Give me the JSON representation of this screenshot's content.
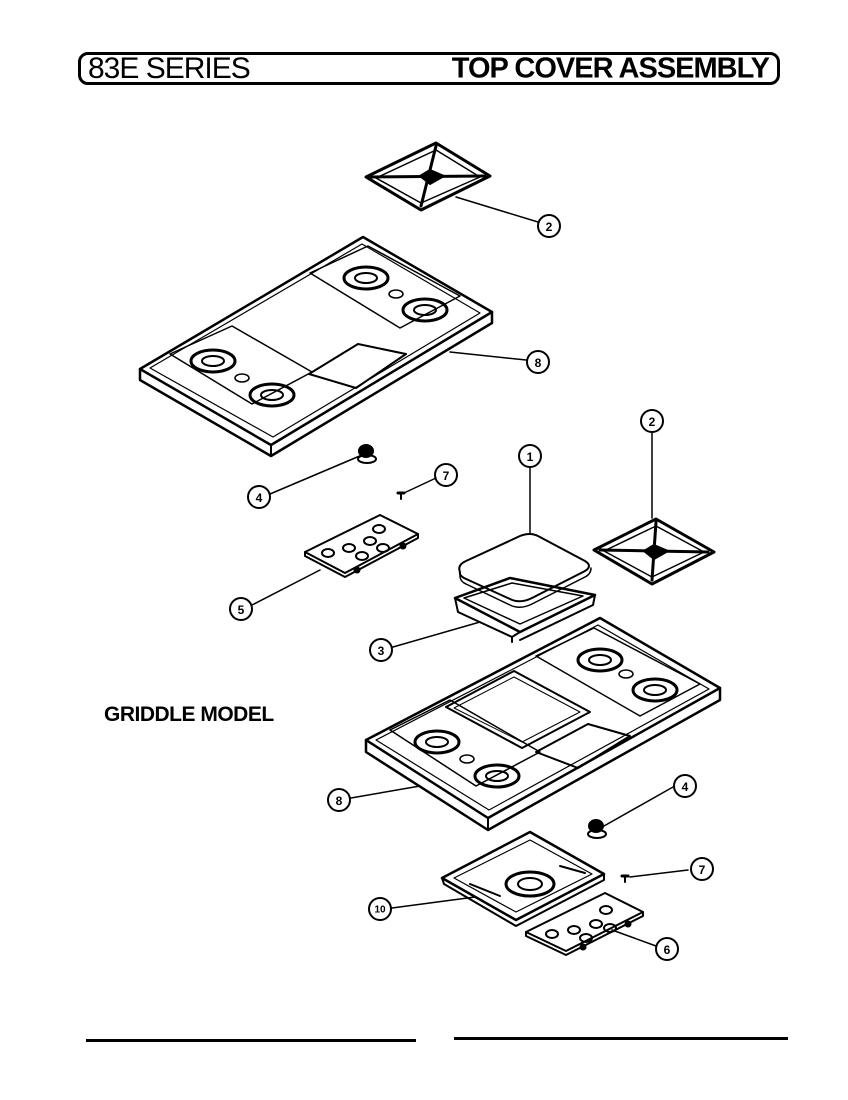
{
  "header": {
    "series": "83E SERIES",
    "assembly": "TOP COVER ASSEMBLY"
  },
  "model_label": "GRIDDLE MODEL",
  "callouts": [
    "2",
    "8",
    "4",
    "7",
    "5",
    "1",
    "2",
    "3",
    "8",
    "4",
    "7",
    "10",
    "6"
  ]
}
